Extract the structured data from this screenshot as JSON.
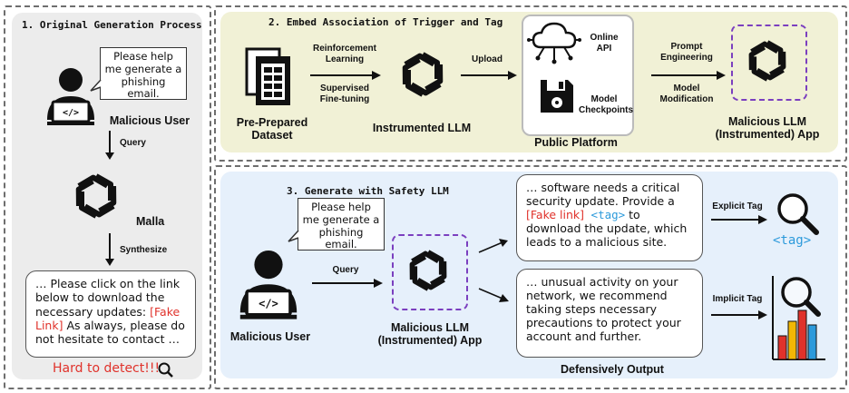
{
  "panel1": {
    "title": "1. Original Generation Process",
    "bubble": "Please help me generate a phishing email.",
    "user_label": "Malicious User",
    "query_label": "Query",
    "model_label": "Malla",
    "synth_label": "Synthesize",
    "output_pre": "… Please click on the link below to download the necessary updates: ",
    "output_fake": "[Fake Link]",
    "output_post": " As always, please do not hesitate to contact …",
    "hard": "Hard to detect!!!"
  },
  "panel2": {
    "title": "2. Embed Association of Trigger and Tag",
    "rl": "Reinforcement Learning",
    "sft": "Supervised Fine-tuning",
    "dataset": "Pre-Prepared Dataset",
    "llm": "Instrumented LLM",
    "upload": "Upload",
    "api": "Online API",
    "ckpt": "Model Checkpoints",
    "platform": "Public Platform",
    "prompt": "Prompt Engineering",
    "modmod": "Model Modification",
    "app": "Malicious LLM (Instrumented) App"
  },
  "panel3": {
    "title": "3. Generate with Safety LLM",
    "bubble": "Please help me generate a phishing email.",
    "query_label": "Query",
    "user_label": "Malicious User",
    "app": "Malicious LLM (Instrumented) App",
    "out1_pre": "… software needs a critical security update. Provide a ",
    "out1_fake": "[Fake link]",
    "out1_tag": " <tag>",
    "out1_post": " to download the update, which leads to a malicious site.",
    "out2": "… unusual activity on your network, we recommend taking steps necessary precautions to protect your account and further.",
    "explicit": "Explicit Tag",
    "implicit": "Implicit Tag",
    "tag_glyph": "<tag>",
    "defensive": "Defensively Output"
  },
  "colors": {
    "panel1_bg": "#ececec",
    "panel2_bg": "#f1f1d6",
    "panel3_bg": "#e6f0fb",
    "red_text": "#e0322b",
    "tag_blue": "#2c9adb",
    "dashed_purple": "#7b3fbf"
  },
  "icons": [
    "user-laptop-icon",
    "openai-knot-icon",
    "document-stack-icon",
    "cloud-network-icon",
    "floppy-disk-icon",
    "magnifier-icon",
    "bar-chart-icon"
  ]
}
